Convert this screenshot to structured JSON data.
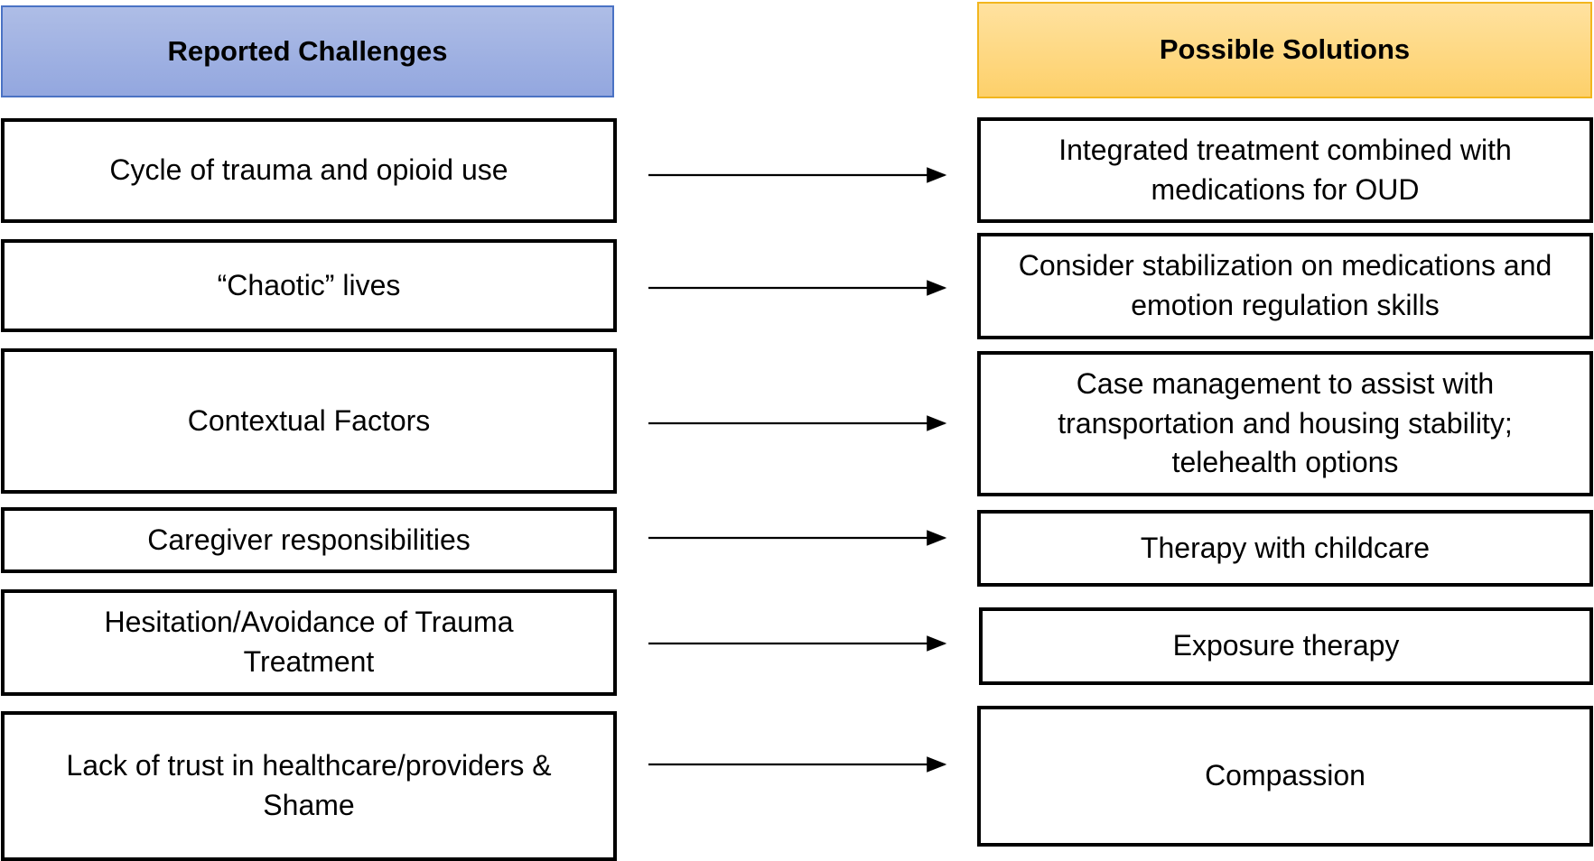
{
  "headers": {
    "left": "Reported Challenges",
    "right": "Possible Solutions"
  },
  "challenges": [
    "Cycle of trauma and opioid use",
    "“Chaotic” lives",
    "Contextual Factors",
    "Caregiver responsibilities",
    "Hesitation/Avoidance of Trauma Treatment",
    "Lack of trust in healthcare/providers & Shame"
  ],
  "solutions": [
    "Integrated treatment combined with medications for OUD",
    "Consider stabilization on medications and emotion regulation skills",
    "Case management to assist with transportation and housing stability; telehealth options",
    "Therapy with childcare",
    "Exposure therapy",
    "Compassion"
  ],
  "colors": {
    "left_header_fill": "#9db0e2",
    "left_header_border": "#4a72c4",
    "right_header_fill": "#fed888",
    "right_header_border": "#f2b61e",
    "box_border": "#000000",
    "arrow": "#000000"
  }
}
